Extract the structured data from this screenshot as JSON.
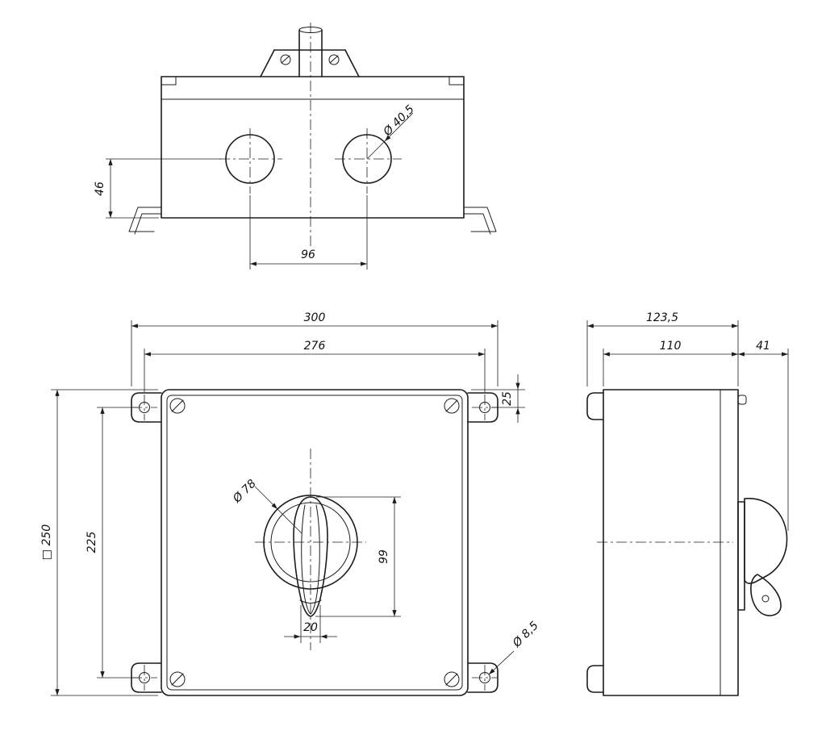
{
  "drawing": {
    "kind": "technical-drawing",
    "subject": "switch enclosure, three orthographic views with dimensions",
    "line_color": "#1c1c1c",
    "background": "#ffffff"
  },
  "top_view": {
    "dim_hole_offset": "46",
    "dim_hole_spacing": "96",
    "dim_hole_diameter": "Ø 40,5"
  },
  "front_view": {
    "dim_overall_width": "300",
    "dim_hole_spacing_h": "276",
    "dim_hole_offset_top": "25",
    "dim_overall_square": "□ 250",
    "dim_hole_spacing_v": "225",
    "dim_handle_diameter": "Ø 78",
    "dim_handle_length": "99",
    "dim_handle_width": "20",
    "dim_hole_diameter": "Ø 8,5"
  },
  "side_view": {
    "dim_overall_depth": "123,5",
    "dim_body_depth": "110",
    "dim_handle_projection": "41"
  }
}
